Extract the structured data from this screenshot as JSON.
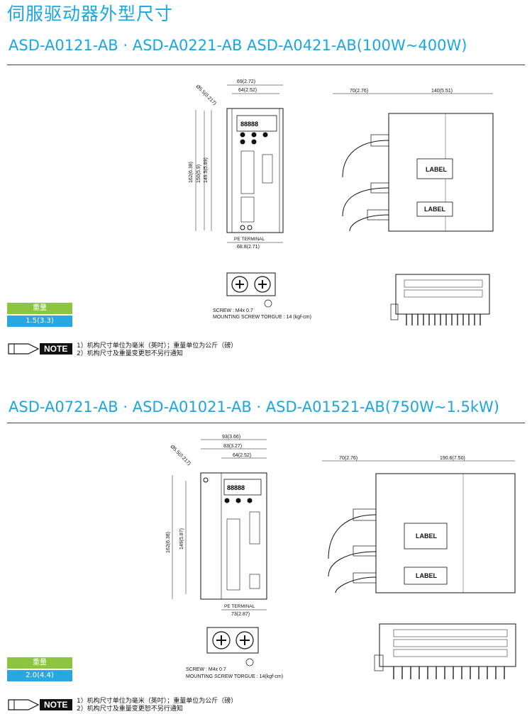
{
  "page_title": "伺服驱动器外型尺寸",
  "section1": {
    "model_line": "ASD-A0121-AB · ASD-A0221-AB    ASD-A0421-AB(100W~400W)",
    "dims": {
      "width_outer": "69(2.72)",
      "width_inner": "64(2.52)",
      "hole": "Ø5.5(0.217)",
      "height_total": "162(6.38)",
      "height_mid": "150(5.9)",
      "height_hole": "149.5(5.89)",
      "bottom_width": "68.8(2.71)",
      "pe_terminal": "PE TERMINAL",
      "side_front": "70(2.76)",
      "side_depth": "140(5.51)",
      "label1": "LABEL",
      "label2": "LABEL"
    },
    "screw_line": "SCREW : M4x 0.7",
    "torque_line": "MOUNTING SCREW TORGUE : 14 (kgf-cm)",
    "weight_header": "重量",
    "weight_value": "1.5(3.3)",
    "note_badge": "NOTE",
    "note_lines": [
      "1）机构尺寸单位为毫米（英吋）；重量单位为公斤（磅）",
      "2）机构尺寸及重量变更恕不另行通知"
    ]
  },
  "section2": {
    "model_line": "ASD-A0721-AB · ASD-A01021-AB · ASD-A01521-AB(750W~1.5kW)",
    "dims": {
      "width_outer": "93(3.66)",
      "width_mid": "83(3.27)",
      "width_inner": "64(2.52)",
      "hole": "Ø5.5(0.217)",
      "height_total": "162(6.38)",
      "height_hole": "149(5.87)",
      "bottom_width": "73(2.87)",
      "pe_terminal": "PE TERMINAL",
      "side_front": "70(2.76)",
      "side_depth": "190.6(7.50)",
      "label1": "LABEL",
      "label2": "LABEL"
    },
    "screw_line": "SCREW : M4x 0.7",
    "torque_line": "MOUNTING SCREW TORGUE : 14(kgf-cm)",
    "weight_header": "重量",
    "weight_value": "2.0(4.4)",
    "note_badge": "NOTE",
    "note_lines": [
      "1）机构尺寸单位为毫米（英吋）；重量单位为公斤（磅）",
      "2）机构尺寸及重量变更恕不另行通知"
    ]
  },
  "colors": {
    "accent": "#1aa6e0",
    "weight_header_bg": "#8cc63f",
    "weight_value_bg": "#29a8e0"
  }
}
